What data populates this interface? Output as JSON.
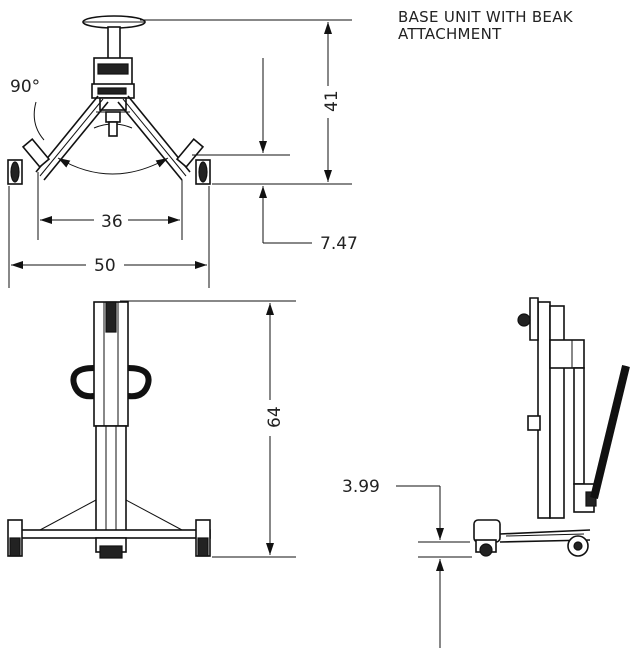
{
  "title_line1": "BASE UNIT WITH BEAK",
  "title_line2": "ATTACHMENT",
  "dimensions": {
    "angle": "90°",
    "height_top": "41",
    "inner_width": "36",
    "outer_width": "50",
    "leg_offset": "7.47",
    "overall_height": "64",
    "ground_clearance": "3.99"
  },
  "colors": {
    "line": "#111111",
    "background": "#ffffff"
  }
}
